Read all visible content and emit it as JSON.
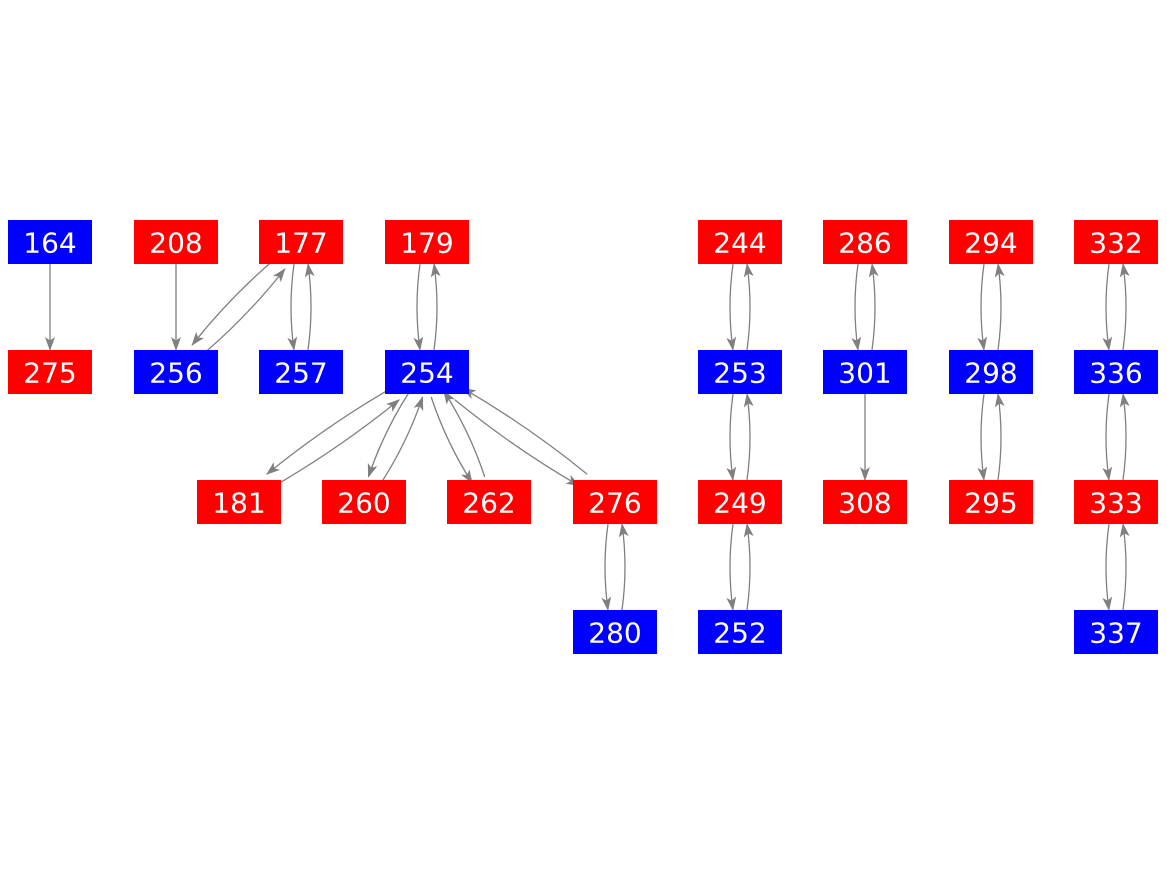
{
  "graph": {
    "colors": {
      "red": "#ff0000",
      "blue": "#0000ff",
      "edge": "#808080",
      "text": "#ffffff"
    },
    "nodes": [
      {
        "id": "164",
        "label": "164",
        "color": "blue"
      },
      {
        "id": "275",
        "label": "275",
        "color": "red"
      },
      {
        "id": "208",
        "label": "208",
        "color": "red"
      },
      {
        "id": "177",
        "label": "177",
        "color": "red"
      },
      {
        "id": "256",
        "label": "256",
        "color": "blue"
      },
      {
        "id": "257",
        "label": "257",
        "color": "blue"
      },
      {
        "id": "179",
        "label": "179",
        "color": "red"
      },
      {
        "id": "254",
        "label": "254",
        "color": "blue"
      },
      {
        "id": "181",
        "label": "181",
        "color": "red"
      },
      {
        "id": "260",
        "label": "260",
        "color": "red"
      },
      {
        "id": "262",
        "label": "262",
        "color": "red"
      },
      {
        "id": "276",
        "label": "276",
        "color": "red"
      },
      {
        "id": "280",
        "label": "280",
        "color": "blue"
      },
      {
        "id": "244",
        "label": "244",
        "color": "red"
      },
      {
        "id": "253",
        "label": "253",
        "color": "blue"
      },
      {
        "id": "249",
        "label": "249",
        "color": "red"
      },
      {
        "id": "252",
        "label": "252",
        "color": "blue"
      },
      {
        "id": "286",
        "label": "286",
        "color": "red"
      },
      {
        "id": "301",
        "label": "301",
        "color": "blue"
      },
      {
        "id": "308",
        "label": "308",
        "color": "red"
      },
      {
        "id": "294",
        "label": "294",
        "color": "red"
      },
      {
        "id": "298",
        "label": "298",
        "color": "blue"
      },
      {
        "id": "295",
        "label": "295",
        "color": "red"
      },
      {
        "id": "332",
        "label": "332",
        "color": "red"
      },
      {
        "id": "336",
        "label": "336",
        "color": "blue"
      },
      {
        "id": "333",
        "label": "333",
        "color": "red"
      },
      {
        "id": "337",
        "label": "337",
        "color": "blue"
      }
    ],
    "edges": [
      {
        "from": "164",
        "to": "275"
      },
      {
        "from": "208",
        "to": "256"
      },
      {
        "from": "177",
        "to": "256"
      },
      {
        "from": "256",
        "to": "177"
      },
      {
        "from": "177",
        "to": "257"
      },
      {
        "from": "257",
        "to": "177"
      },
      {
        "from": "179",
        "to": "254"
      },
      {
        "from": "254",
        "to": "179"
      },
      {
        "from": "254",
        "to": "181"
      },
      {
        "from": "181",
        "to": "254"
      },
      {
        "from": "254",
        "to": "260"
      },
      {
        "from": "260",
        "to": "254"
      },
      {
        "from": "254",
        "to": "262"
      },
      {
        "from": "262",
        "to": "254"
      },
      {
        "from": "254",
        "to": "276"
      },
      {
        "from": "276",
        "to": "254"
      },
      {
        "from": "276",
        "to": "280"
      },
      {
        "from": "280",
        "to": "276"
      },
      {
        "from": "244",
        "to": "253"
      },
      {
        "from": "253",
        "to": "244"
      },
      {
        "from": "253",
        "to": "249"
      },
      {
        "from": "249",
        "to": "253"
      },
      {
        "from": "249",
        "to": "252"
      },
      {
        "from": "252",
        "to": "249"
      },
      {
        "from": "286",
        "to": "301"
      },
      {
        "from": "301",
        "to": "286"
      },
      {
        "from": "301",
        "to": "308"
      },
      {
        "from": "294",
        "to": "298"
      },
      {
        "from": "298",
        "to": "294"
      },
      {
        "from": "298",
        "to": "295"
      },
      {
        "from": "295",
        "to": "298"
      },
      {
        "from": "332",
        "to": "336"
      },
      {
        "from": "336",
        "to": "332"
      },
      {
        "from": "336",
        "to": "333"
      },
      {
        "from": "333",
        "to": "336"
      },
      {
        "from": "333",
        "to": "337"
      },
      {
        "from": "337",
        "to": "333"
      }
    ]
  }
}
